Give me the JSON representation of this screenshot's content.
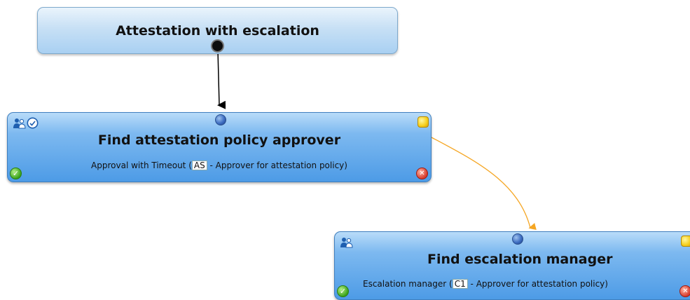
{
  "workflow": {
    "start_node": {
      "title": "Attestation with escalation"
    },
    "steps": [
      {
        "title": "Find attestation policy approver",
        "subtitle_prefix": "Approval with Timeout (",
        "code": "AS",
        "subtitle_suffix": " - Approver for attestation policy)",
        "icons": [
          "people-icon",
          "clock-check-icon"
        ]
      },
      {
        "title": "Find escalation manager",
        "subtitle_prefix": "Escalation manager (",
        "code": "C1",
        "subtitle_suffix": " - Approver for attestation policy)",
        "icons": [
          "people-icon"
        ]
      }
    ],
    "colors": {
      "success_connector": "#000000",
      "timeout_connector": "#f5a623",
      "approve_icon": "#3aa31a",
      "reject_icon": "#d63a2a"
    }
  }
}
